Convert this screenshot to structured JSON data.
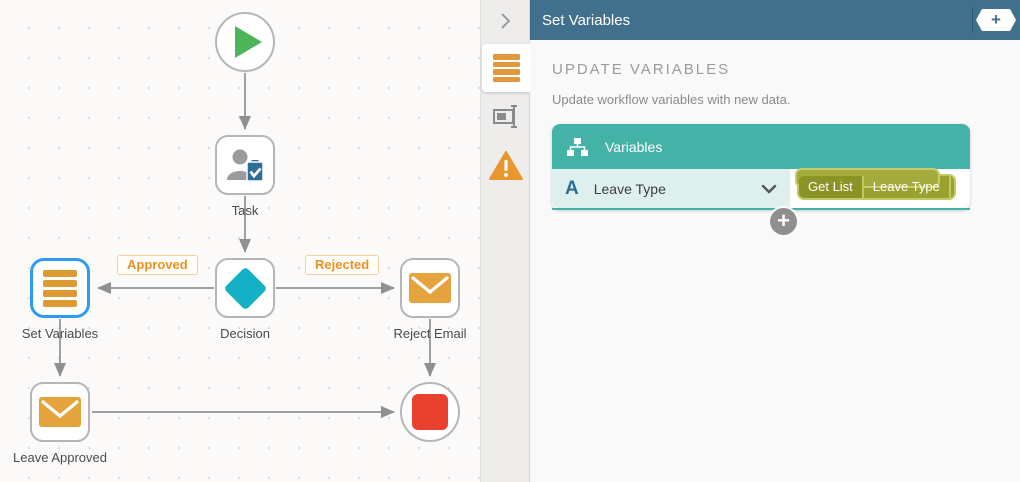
{
  "canvas": {
    "labels": {
      "task": "Task",
      "decision": "Decision",
      "set_variables": "Set Variables",
      "reject_email": "Reject Email",
      "leave_approved": "Leave Approved"
    },
    "edge_labels": {
      "approved": "Approved",
      "rejected": "Rejected"
    },
    "icons": {
      "start": "play-icon",
      "task": "user-task-icon",
      "decision": "diamond-icon",
      "set_variables": "stacked-bars-icon",
      "reject_email": "envelope-icon",
      "leave_approved": "envelope-icon",
      "end": "stop-square-icon"
    }
  },
  "panel": {
    "title": "Set Variables",
    "collapse_icon": "chevron-right-icon",
    "add_button_icon": "plus-hexagon-icon",
    "tabs": [
      {
        "name": "variables",
        "icon": "stacked-bars-icon",
        "active": true
      },
      {
        "name": "rename",
        "icon": "rename-field-icon",
        "active": false
      },
      {
        "name": "warnings",
        "icon": "warning-triangle-icon",
        "active": false
      }
    ],
    "heading": "UPDATE VARIABLES",
    "subtitle": "Update workflow variables with new data.",
    "card": {
      "header": "Variables",
      "header_icon": "sitemap-icon",
      "row": {
        "type_letter": "A",
        "name": "Leave Type",
        "expand_icon": "chevron-down-icon",
        "tag": {
          "source": "Get List",
          "field": "Leave Type"
        }
      }
    },
    "add_row_icon": "plus-circle-icon"
  },
  "colors": {
    "header_bar": "#41708c",
    "card_teal": "#45b2a7",
    "row_mint": "#def0ee",
    "tag_olive": "#99a22f",
    "tag_olive_dark": "#8b9226",
    "tag_olive_border": "#c2c964",
    "icon_orange": "#e2983a",
    "selection_blue": "#2e9bf0",
    "decision_cyan": "#14b0c6",
    "start_green": "#4db459",
    "end_red": "#e9402f",
    "edge_label_orange": "#ee9123"
  }
}
